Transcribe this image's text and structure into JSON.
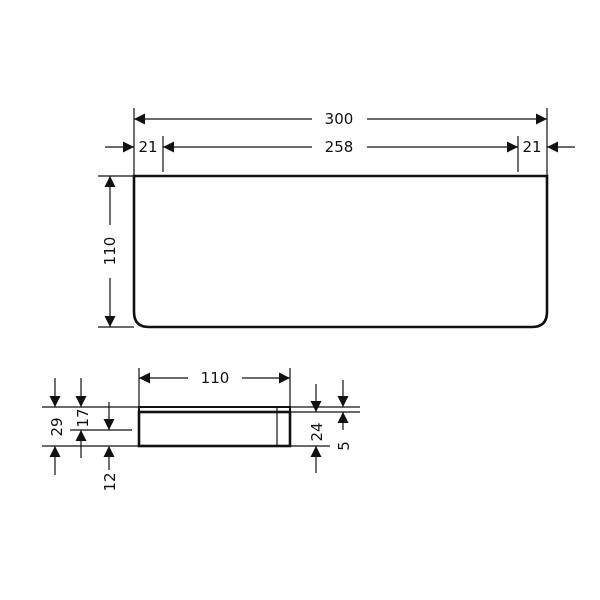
{
  "top_view": {
    "overall_width": "300",
    "inner_width": "258",
    "left_offset": "21",
    "right_offset": "21",
    "depth": "110"
  },
  "side_view": {
    "width": "110",
    "total_height": "29",
    "upper_height": "17",
    "lower_height": "12",
    "body_height": "24",
    "lip_height": "5"
  },
  "colors": {
    "line": "#111111",
    "background": "#ffffff"
  }
}
